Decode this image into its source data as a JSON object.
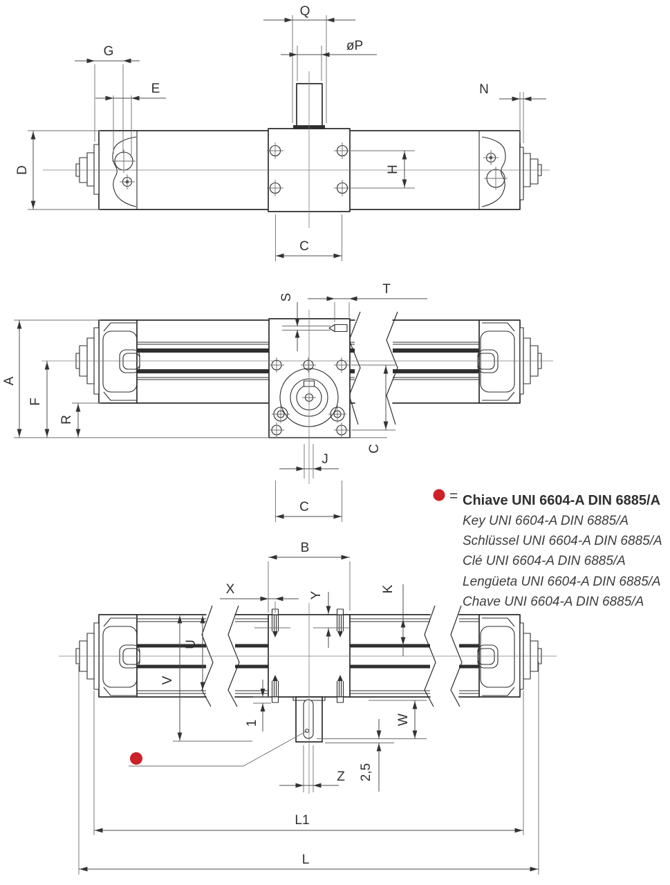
{
  "colors": {
    "line": "#2b2b2b",
    "dimension": "#4a4a4a",
    "accent_red": "#cc2128"
  },
  "dimensions": {
    "top_view": {
      "q": "Q",
      "p": "øP",
      "g": "G",
      "e": "E",
      "n": "N",
      "d": "D",
      "h": "H",
      "c": "C"
    },
    "front_view": {
      "s": "S",
      "t": "T",
      "a": "A",
      "f": "F",
      "r": "R",
      "c_vertical": "C",
      "j": "J",
      "c_bottom": "C",
      "b": "B"
    },
    "bottom_view": {
      "x": "X",
      "y": "Y",
      "k": "K",
      "u": "U",
      "v": "V",
      "one": "1",
      "w": "W",
      "z": "Z",
      "two_five": "2,5",
      "l1": "L1",
      "l": "L"
    }
  },
  "legend": {
    "marker": "red-dot",
    "equals": "=",
    "title": "Chiave UNI 6604-A DIN 6885/A",
    "translations": [
      "Key UNI 6604-A DIN 6885/A",
      "Schlüssel UNI 6604-A DIN 6885/A",
      "Clé UNI 6604-A  DIN 6885/A",
      "Lengüeta UNI 6604-A DIN 6885/A",
      "Chave UNI 6604-A DIN 6885/A"
    ]
  }
}
